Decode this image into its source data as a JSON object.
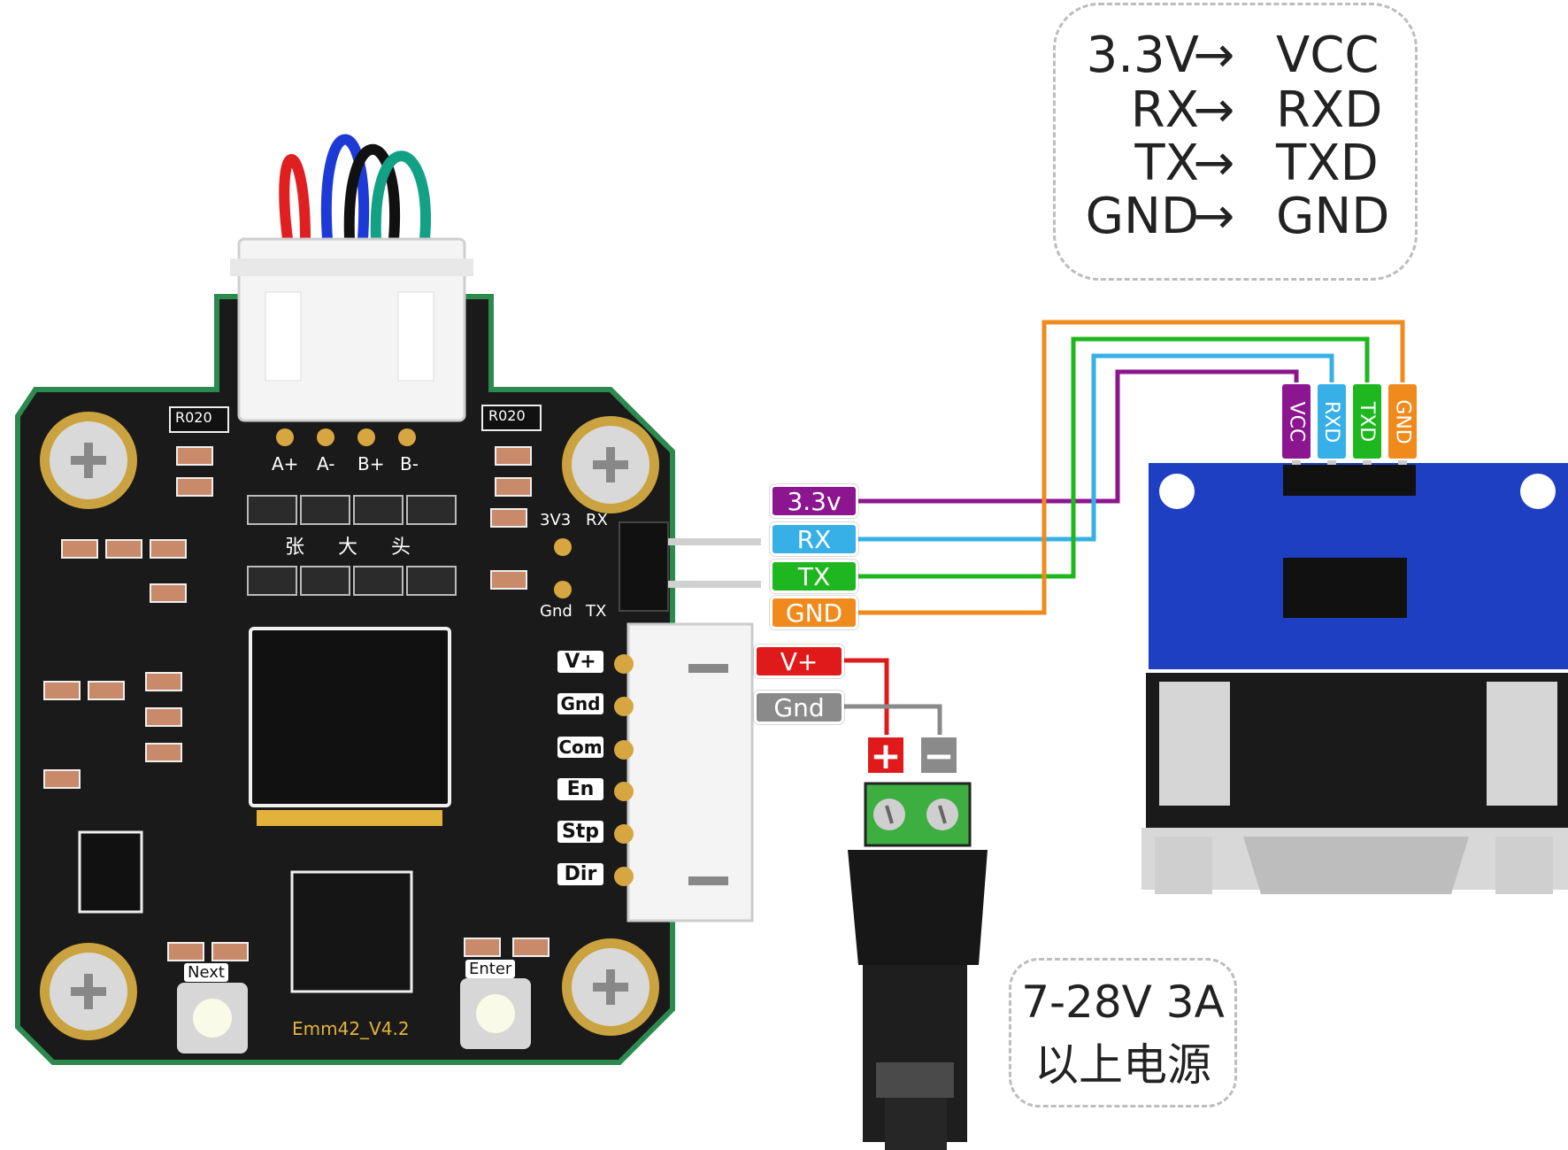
{
  "mapping": {
    "rows": [
      {
        "left": "3.3V",
        "arrow": "→",
        "right": "VCC"
      },
      {
        "left": "RX",
        "arrow": "→",
        "right": "RXD"
      },
      {
        "left": "TX",
        "arrow": "→",
        "right": "TXD"
      },
      {
        "left": "GND",
        "arrow": "→",
        "right": "GND"
      }
    ]
  },
  "driver_wire_labels": {
    "v33": "3.3v",
    "rx": "RX",
    "tx": "TX",
    "gnd": "GND"
  },
  "module_pin_labels": {
    "vcc": "VCC",
    "rxd": "RXD",
    "txd": "TXD",
    "gnd": "GND"
  },
  "power_labels": {
    "vplus": "V+",
    "gnd": "Gnd",
    "plus": "+",
    "minus": "−"
  },
  "power_note": {
    "line1": "7-28V 3A",
    "line2": "以上电源"
  },
  "board": {
    "motor_pins": [
      "A+",
      "A-",
      "B+",
      "B-"
    ],
    "header_top": [
      "3V3",
      "RX"
    ],
    "header_bottom": [
      "Gnd",
      "TX"
    ],
    "side_pins": [
      "V+",
      "Gnd",
      "Com",
      "En",
      "Stp",
      "Dir"
    ],
    "buttons": [
      "Next",
      "Enter"
    ],
    "model": "Emm42_V4.2",
    "resistor_left": "R020",
    "resistor_right": "R020",
    "cn_labels": [
      "张",
      "大",
      "头"
    ]
  },
  "colors": {
    "vcc": "#8b168f",
    "rx": "#36b0e6",
    "tx": "#1fb71f",
    "gnd": "#f08a1c",
    "vplus": "#e01a1a",
    "power_gnd": "#8a8a8a",
    "pcb_black": "#1a1a1a",
    "pcb_blue": "#1e3fc2"
  }
}
